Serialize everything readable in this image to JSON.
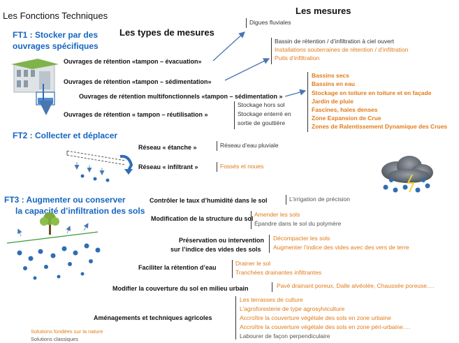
{
  "title": "Les Fonctions Techniques",
  "header_mesures": "Les mesures",
  "header_types": "Les types de mesures",
  "ft1": {
    "line1": "FT1 : Stocker par des",
    "line2": "ouvrages spécifiques",
    "types": [
      "Ouvrages de rétention «tampon – évacuation»",
      "Ouvrages de rétention «tampon – sédimentation»",
      "Ouvrages de rétention multifonctionnels «tampon – sédimentation »",
      "Ouvrages de rétention « tampon – réutilisation »"
    ],
    "digues": "Digues fluviales",
    "group_a": [
      "Bassin de rétention / d’infiltration à ciel ouvert",
      "Installations souterraines de rétention / d’infiltration",
      "Puits d’infiltration"
    ],
    "group_b": [
      "Bassins secs",
      "Bassins en eau",
      "Stockage en toiture en toiture et en façade",
      "Jardin de pluie",
      "Fascines, haies denses",
      "Zone Expansion de Crue",
      "Zones de Ralentissement Dynamique des Crues"
    ],
    "stockage": [
      "Stockage hors sol",
      "Stockage enterré en",
      "sortie de gouttière"
    ]
  },
  "ft2": {
    "line1": "FT2 : Collecter et déplacer",
    "types": [
      "Réseau « étanche »",
      "Réseau « infiltrant »"
    ],
    "measures": [
      "Réseau d’eau pluviale",
      "Fossés et noues"
    ]
  },
  "ft3": {
    "line1": "FT3 : Augmenter ou conserver",
    "line2": "la capacité d’infiltration des sols",
    "types": [
      "Contrôler le taux d’humidité dans le sol",
      "Modification de la structure du sol",
      "Préservation ou intervention",
      "sur l’indice des vides des sols",
      "Faciliter la rétention d’eau",
      "Modifier la couverture du sol en milieu urbain",
      "Aménagements  et techniques agricoles"
    ],
    "m_humidite": "L’irrigation de précision",
    "m_structure": [
      "Amender les sols",
      "Épandre dans le sol du polymère"
    ],
    "m_vides": [
      "Décompacter les sols",
      "Augmenter l’indice des vides avec des vers de terre"
    ],
    "m_retention": [
      "Drainer le sol",
      "Tranchées drainantes infiltrantes"
    ],
    "m_couverture": "Pavé drainant poreux, Dalle alvéolée, Chaussée poreuse….",
    "m_agricole": [
      "Les terrasses de culture",
      "L’agroforesterie de type agrosylviculture",
      "Accroître la couverture végétale des sols en zone urbaine",
      "Accroître la couverture végétale des sols en zone péri-urbaine….",
      "Labourer de façon perpendiculaire"
    ]
  },
  "legend": {
    "nature": "Solutions fondées sur la nature",
    "classic": "Solutions classiques"
  },
  "colors": {
    "orange": "#e07b1a",
    "blue": "#1565c0",
    "arrow": "#4a76b0"
  }
}
